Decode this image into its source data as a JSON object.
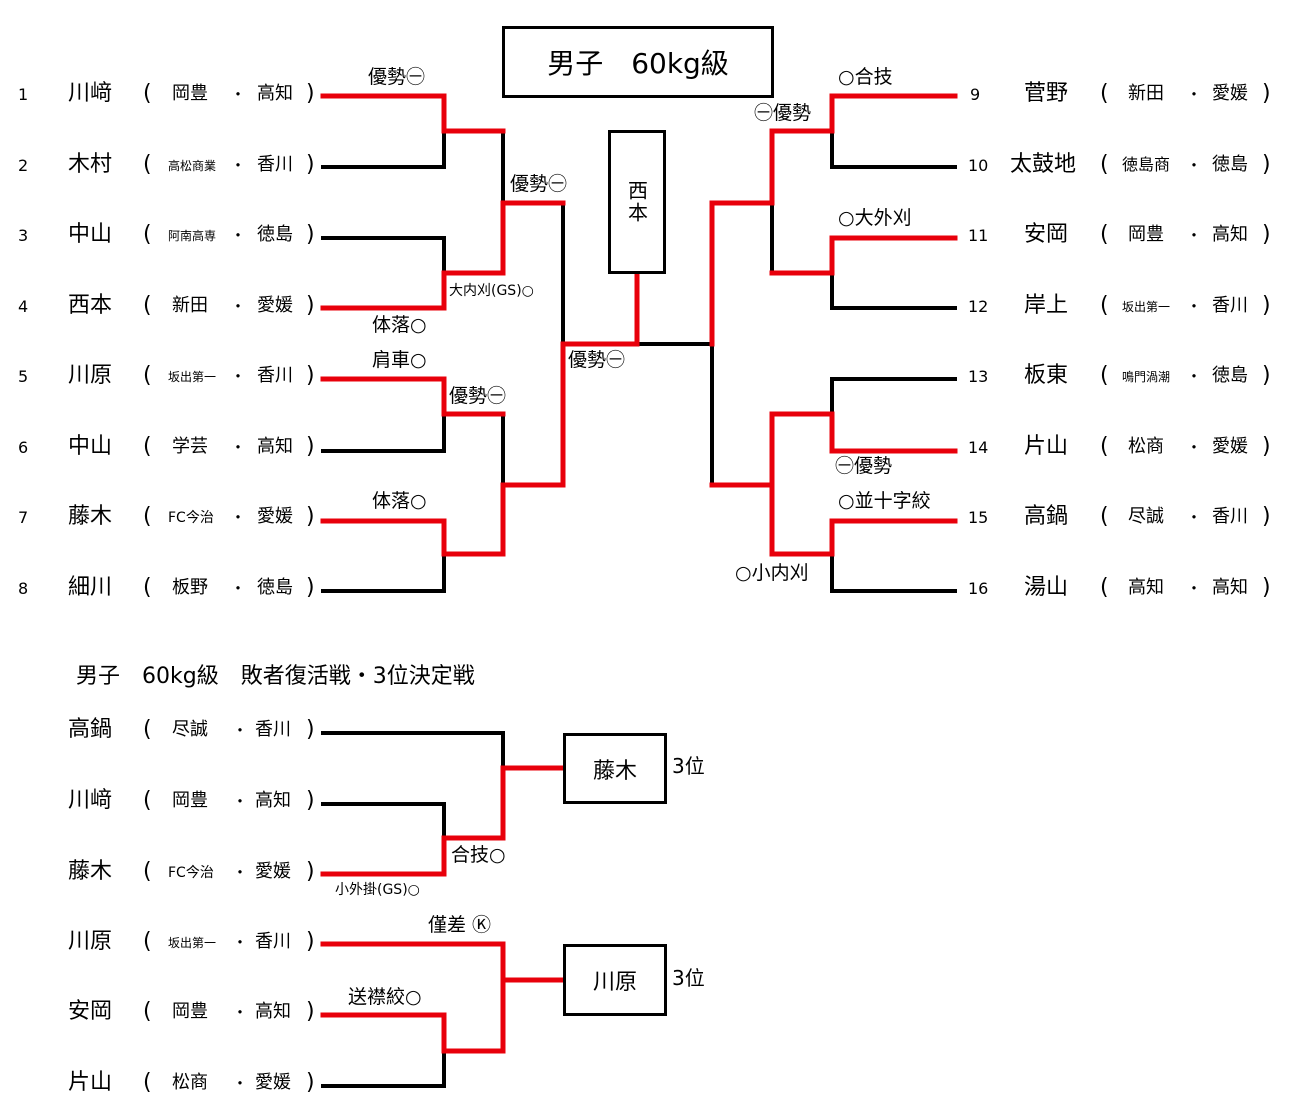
{
  "title": "男子　60kg級",
  "repechage_title": "男子　60kg級　敗者復活戦・3位決定戦",
  "winner": "西本",
  "dot": "・",
  "left_pool": [
    {
      "num": "1",
      "name": "川﨑",
      "team": "岡豊",
      "pref": "高知"
    },
    {
      "num": "2",
      "name": "木村",
      "team": "高松商業",
      "pref": "香川"
    },
    {
      "num": "3",
      "name": "中山",
      "team": "阿南高専",
      "pref": "徳島"
    },
    {
      "num": "4",
      "name": "西本",
      "team": "新田",
      "pref": "愛媛"
    },
    {
      "num": "5",
      "name": "川原",
      "team": "坂出第一",
      "pref": "香川"
    },
    {
      "num": "6",
      "name": "中山",
      "team": "学芸",
      "pref": "高知"
    },
    {
      "num": "7",
      "name": "藤木",
      "team": "FC今治",
      "pref": "愛媛"
    },
    {
      "num": "8",
      "name": "細川",
      "team": "板野",
      "pref": "徳島"
    }
  ],
  "right_pool": [
    {
      "num": "9",
      "name": "菅野",
      "team": "新田",
      "pref": "愛媛"
    },
    {
      "num": "10",
      "name": "太鼓地",
      "team": "徳島商",
      "pref": "徳島"
    },
    {
      "num": "11",
      "name": "安岡",
      "team": "岡豊",
      "pref": "高知"
    },
    {
      "num": "12",
      "name": "岸上",
      "team": "坂出第一",
      "pref": "香川"
    },
    {
      "num": "13",
      "name": "板東",
      "team": "鳴門渦潮",
      "pref": "徳島"
    },
    {
      "num": "14",
      "name": "片山",
      "team": "松商",
      "pref": "愛媛"
    },
    {
      "num": "15",
      "name": "高鍋",
      "team": "尽誠",
      "pref": "香川"
    },
    {
      "num": "16",
      "name": "湯山",
      "team": "高知",
      "pref": "高知"
    }
  ],
  "repechage": [
    {
      "name": "高鍋",
      "team": "尽誠",
      "pref": "香川"
    },
    {
      "name": "川﨑",
      "team": "岡豊",
      "pref": "高知"
    },
    {
      "name": "藤木",
      "team": "FC今治",
      "pref": "愛媛"
    },
    {
      "name": "川原",
      "team": "坂出第一",
      "pref": "香川"
    },
    {
      "name": "安岡",
      "team": "岡豊",
      "pref": "高知"
    },
    {
      "name": "片山",
      "team": "松商",
      "pref": "愛媛"
    }
  ],
  "results": {
    "l_r1_a": "優勢㊀",
    "l_r2_a": "優勢㊀",
    "l_r1_b1": "大内刈(GS)○",
    "l_r1_b2": "体落○",
    "l_r1_c": "肩車○",
    "l_r2_b": "優勢㊀",
    "l_r1_d": "体落○",
    "final": "優勢㊀",
    "r_r1_a": "○合技",
    "r_r2_a": "㊀優勢",
    "r_r1_b": "○大外刈",
    "r_r1_c": "㊀優勢",
    "r_r1_d": "○並十字絞",
    "r_r2_b": "○小内刈",
    "rep_a1": "合技○",
    "rep_a2": "小外掛(GS)○",
    "rep_b1": "僅差 Ⓚ",
    "rep_b2": "送襟絞○"
  },
  "third_place": [
    {
      "name": "藤木",
      "label": "3位"
    },
    {
      "name": "川原",
      "label": "3位"
    }
  ],
  "colors": {
    "win": "#e8000b",
    "line": "#000000"
  }
}
